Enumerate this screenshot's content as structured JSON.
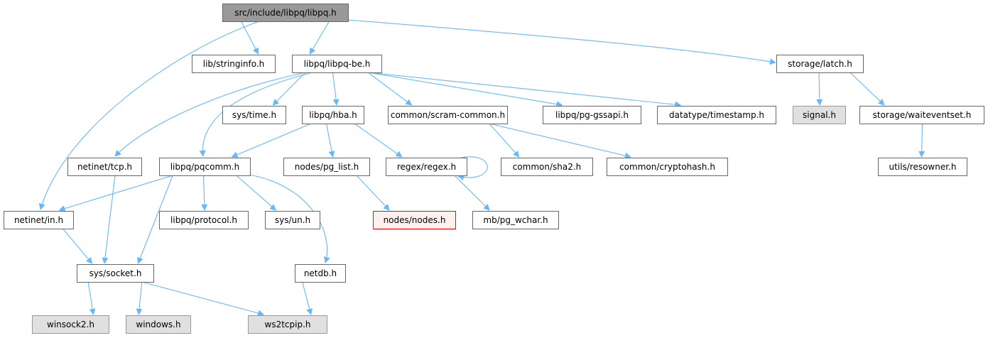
{
  "title": "src/include/libpq/libpq.h",
  "colors": {
    "edge": "#63b8ff",
    "root_fill": "#999999",
    "external_fill": "#e0e0e0",
    "missing_border": "#ff0000",
    "missing_fill": "#fff0f0"
  },
  "nodes": {
    "libpq": "src/include/libpq/libpq.h",
    "stringinfo": "lib/stringinfo.h",
    "libpqbe": "libpq/libpq-be.h",
    "latch": "storage/latch.h",
    "systime": "sys/time.h",
    "hba": "libpq/hba.h",
    "scram": "common/scram-common.h",
    "gssapi": "libpq/pg-gssapi.h",
    "timestamp": "datatype/timestamp.h",
    "signal": "signal.h",
    "waiteventset": "storage/waiteventset.h",
    "tcp": "netinet/tcp.h",
    "pqcomm": "libpq/pqcomm.h",
    "pglist": "nodes/pg_list.h",
    "regex": "regex/regex.h",
    "sha2": "common/sha2.h",
    "cryptohash": "common/cryptohash.h",
    "resowner": "utils/resowner.h",
    "netin": "netinet/in.h",
    "protocol": "libpq/protocol.h",
    "sysun": "sys/un.h",
    "nodes": "nodes/nodes.h",
    "pgwchar": "mb/pg_wchar.h",
    "socket": "sys/socket.h",
    "netdb": "netdb.h",
    "winsock2": "winsock2.h",
    "windows": "windows.h",
    "ws2tcpip": "ws2tcpip.h"
  },
  "node_kinds": {
    "root": [
      "libpq"
    ],
    "external": [
      "signal",
      "winsock2",
      "windows",
      "ws2tcpip"
    ],
    "missing": [
      "nodes"
    ]
  },
  "edges": [
    [
      "libpq",
      "stringinfo"
    ],
    [
      "libpq",
      "libpqbe"
    ],
    [
      "libpq",
      "latch"
    ],
    [
      "libpq",
      "netin"
    ],
    [
      "libpqbe",
      "tcp"
    ],
    [
      "libpqbe",
      "pqcomm"
    ],
    [
      "libpqbe",
      "systime"
    ],
    [
      "libpqbe",
      "hba"
    ],
    [
      "libpqbe",
      "scram"
    ],
    [
      "libpqbe",
      "gssapi"
    ],
    [
      "libpqbe",
      "timestamp"
    ],
    [
      "latch",
      "signal"
    ],
    [
      "latch",
      "waiteventset"
    ],
    [
      "waiteventset",
      "resowner"
    ],
    [
      "hba",
      "pqcomm"
    ],
    [
      "hba",
      "pglist"
    ],
    [
      "hba",
      "regex"
    ],
    [
      "scram",
      "sha2"
    ],
    [
      "scram",
      "cryptohash"
    ],
    [
      "tcp",
      "socket"
    ],
    [
      "pqcomm",
      "netin"
    ],
    [
      "pqcomm",
      "protocol"
    ],
    [
      "pqcomm",
      "sysun"
    ],
    [
      "pqcomm",
      "socket"
    ],
    [
      "pqcomm",
      "netdb"
    ],
    [
      "pglist",
      "nodes"
    ],
    [
      "regex",
      "regex"
    ],
    [
      "regex",
      "pgwchar"
    ],
    [
      "netin",
      "socket"
    ],
    [
      "socket",
      "winsock2"
    ],
    [
      "socket",
      "windows"
    ],
    [
      "socket",
      "ws2tcpip"
    ],
    [
      "netdb",
      "ws2tcpip"
    ]
  ]
}
